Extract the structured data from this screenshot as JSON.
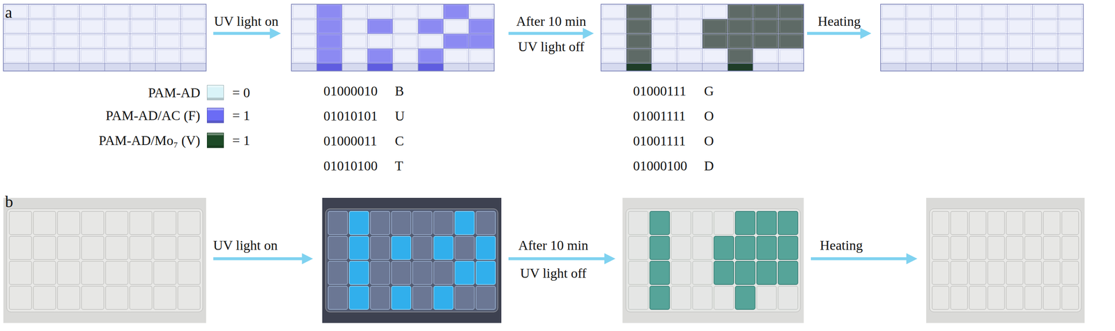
{
  "diagram": {
    "labels": [
      "a",
      "UV light on",
      "After 10 min",
      "UV light off",
      "Heating",
      "= 0",
      "= 1",
      "= 1",
      "01000010",
      "B",
      "01010101",
      "U",
      "01000011",
      "C",
      "01010100",
      "T",
      "01000111",
      "G",
      "01001111",
      "O",
      "01001111",
      "O",
      "01000100",
      "D",
      "b",
      "UV light on",
      "After 10 min",
      "UV light off",
      "Heating"
    ],
    "legend": [
      {
        "text": "PAM-AD",
        "color": "#d9f3f8"
      },
      {
        "text": "PAM-AD/AC (F)",
        "color": "#6b6cf5"
      },
      {
        "text": "PAM-AD/Mo₇ (V)",
        "color": "#1d4a27"
      }
    ]
  }
}
